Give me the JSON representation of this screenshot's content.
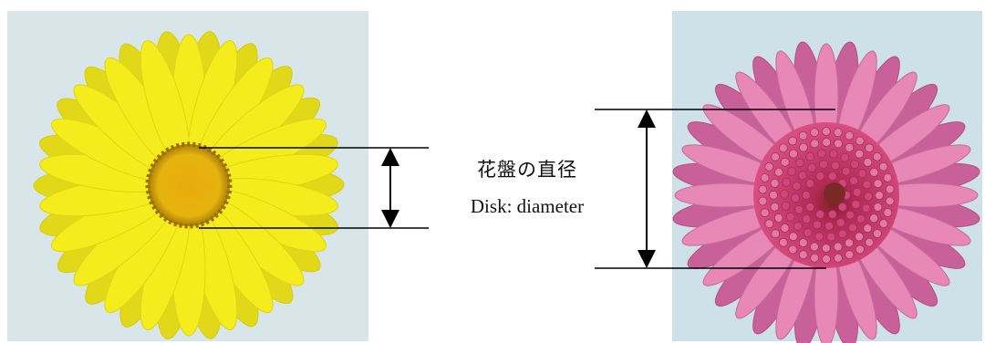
{
  "label": {
    "japanese": "花盤の直径",
    "english": "Disk: diameter"
  },
  "colors": {
    "photo_background_left": "#d8e6ea",
    "photo_background_right": "#cfe1e8",
    "yellow_petal": "#f4ec1c",
    "yellow_petal_shade": "#e2d81a",
    "yellow_disk": "#e6b40e",
    "yellow_disk_ring": "#b8860b",
    "pink_petal": "#e788b6",
    "pink_petal_shade": "#c8609a",
    "pink_disk": "#c8305e",
    "pink_center": "#8a2a2a",
    "line": "#000000"
  },
  "images": [
    {
      "name": "yellow-daisy",
      "description_icon": "yellow-flower-photo"
    },
    {
      "name": "pink-gerbera",
      "description_icon": "pink-flower-photo"
    }
  ]
}
